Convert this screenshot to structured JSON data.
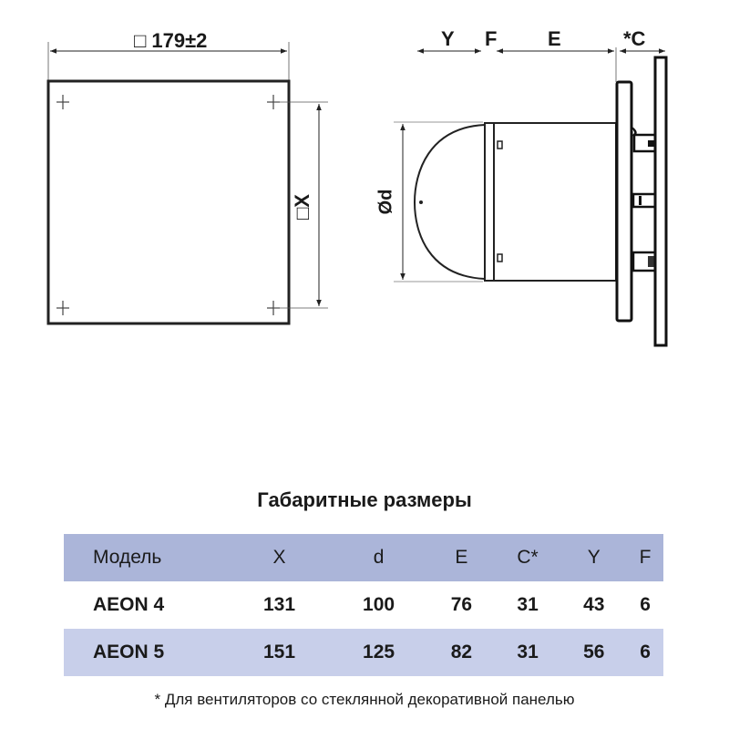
{
  "front_view": {
    "width_label": "□ 179±2",
    "height_label": "□X"
  },
  "side_view": {
    "diameter_label": "Ød",
    "dimension_labels": {
      "Y": "Y",
      "F": "F",
      "E": "E",
      "C": "*C"
    }
  },
  "table": {
    "title": "Габаритные размеры",
    "columns": [
      "Модель",
      "X",
      "d",
      "E",
      "C*",
      "Y",
      "F"
    ],
    "rows": [
      [
        "AEON 4",
        "131",
        "100",
        "76",
        "31",
        "43",
        "6"
      ],
      [
        "AEON 5",
        "151",
        "125",
        "82",
        "31",
        "56",
        "6"
      ]
    ],
    "colors": {
      "header_bg": "#abb5d9",
      "alt_row_bg": "#c8cfea"
    }
  },
  "footnote": "* Для вентиляторов со стеклянной декоративной панелью"
}
